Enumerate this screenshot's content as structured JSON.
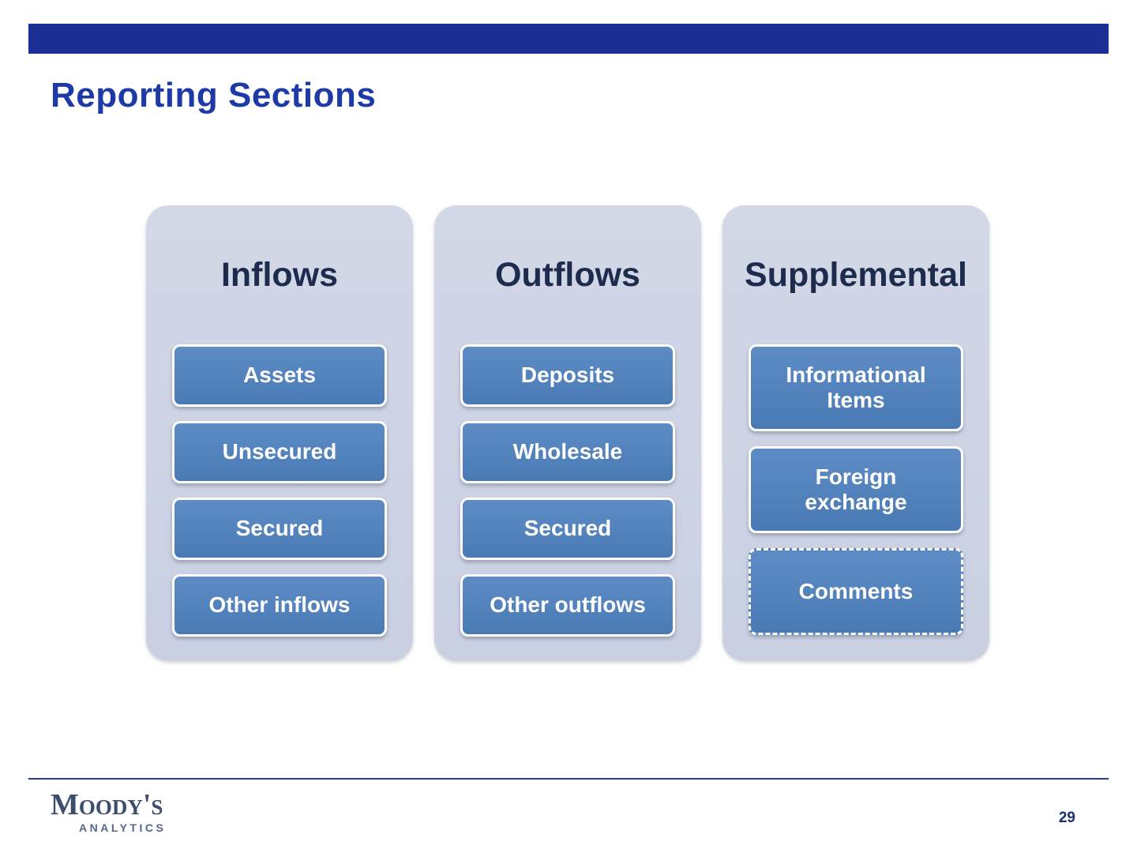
{
  "slide": {
    "title": "Reporting Sections",
    "page_number": "29"
  },
  "columns": [
    {
      "header": "Inflows",
      "items": [
        "Assets",
        "Unsecured",
        "Secured",
        "Other inflows"
      ]
    },
    {
      "header": "Outflows",
      "items": [
        "Deposits",
        "Wholesale",
        "Secured",
        "Other outflows"
      ]
    },
    {
      "header": "Supplemental",
      "items": [
        "Informational Items",
        "Foreign exchange",
        "Comments"
      ]
    }
  ],
  "footer": {
    "logo_primary": "Moody's",
    "logo_secondary": "ANALYTICS"
  },
  "colors": {
    "top_bar": "#1b2f94",
    "title": "#1e3aa6",
    "column_bg": "#cdd3e3",
    "box_fill": "#4f81bd",
    "box_text": "#ffffff",
    "header_text": "#1d2c4d",
    "logo": "#3c4e6e"
  }
}
